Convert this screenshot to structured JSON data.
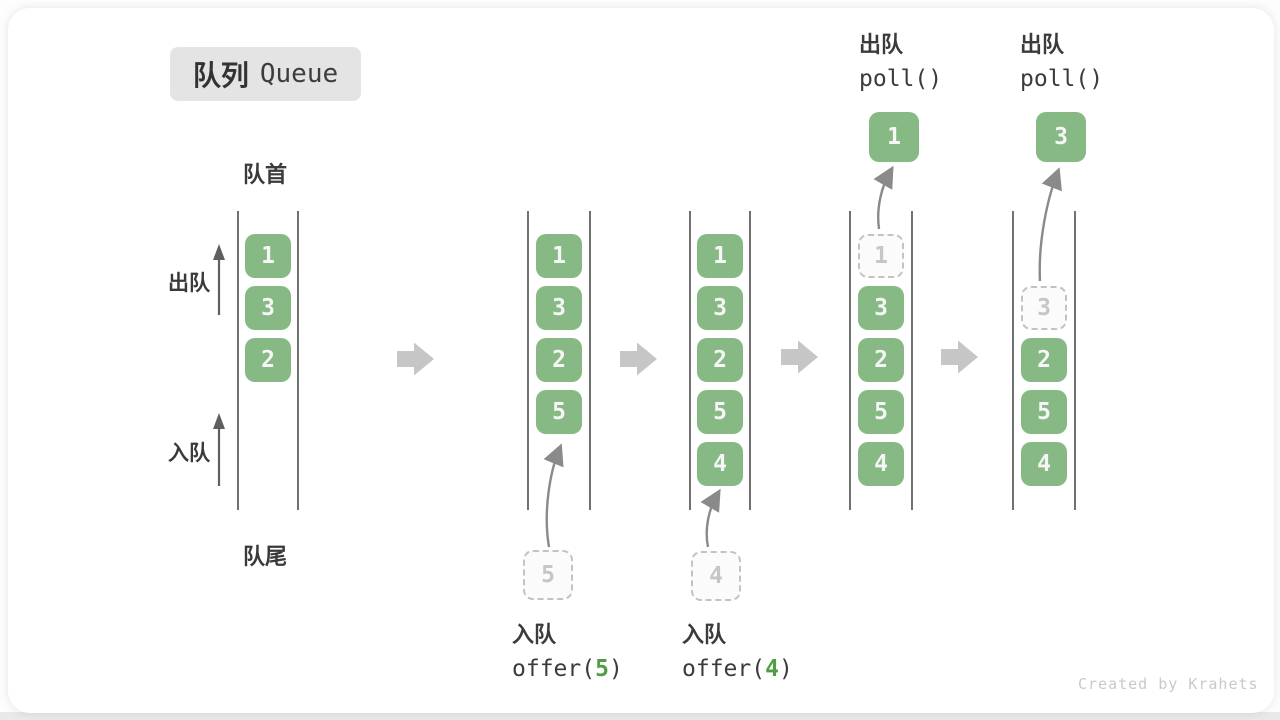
{
  "title": {
    "zh": "队列",
    "en": "Queue"
  },
  "labels": {
    "front": "队首",
    "rear": "队尾",
    "dequeue": "出队",
    "enqueue": "入队"
  },
  "watermark": "Created by Krahets",
  "colors": {
    "box_green": "#87b985",
    "box_text": "#f6f6f6",
    "dashed_border": "#c3c3c3",
    "dashed_text": "#c6c6c6",
    "code_accent_green": "#4f9e43",
    "text_dark": "#3b3b3b",
    "line": "#4e4e4e",
    "block_arrow": "#c6c6c6",
    "curve_arrow": "#8a8a8a",
    "badge_bg": "#e4e4e4",
    "watermark": "#c9c9c9"
  },
  "states": [
    {
      "name": "initial",
      "boxes": [
        {
          "value": "1",
          "slot": 0,
          "style": "solid"
        },
        {
          "value": "3",
          "slot": 1,
          "style": "solid"
        },
        {
          "value": "2",
          "slot": 2,
          "style": "solid"
        }
      ]
    },
    {
      "name": "enqueue-5",
      "boxes": [
        {
          "value": "1",
          "slot": 0,
          "style": "solid"
        },
        {
          "value": "3",
          "slot": 1,
          "style": "solid"
        },
        {
          "value": "2",
          "slot": 2,
          "style": "solid"
        },
        {
          "value": "5",
          "slot": 3,
          "style": "solid"
        }
      ],
      "incoming": {
        "value": "5"
      },
      "caption": {
        "label": "入队",
        "code_prefix": "offer(",
        "code_arg": "5",
        "code_suffix": ")"
      }
    },
    {
      "name": "enqueue-4",
      "boxes": [
        {
          "value": "1",
          "slot": 0,
          "style": "solid"
        },
        {
          "value": "3",
          "slot": 1,
          "style": "solid"
        },
        {
          "value": "2",
          "slot": 2,
          "style": "solid"
        },
        {
          "value": "5",
          "slot": 3,
          "style": "solid"
        },
        {
          "value": "4",
          "slot": 4,
          "style": "solid"
        }
      ],
      "incoming": {
        "value": "4"
      },
      "caption": {
        "label": "入队",
        "code_prefix": "offer(",
        "code_arg": "4",
        "code_suffix": ")"
      }
    },
    {
      "name": "dequeue-1",
      "boxes": [
        {
          "value": "1",
          "slot": 0,
          "style": "dashed"
        },
        {
          "value": "3",
          "slot": 1,
          "style": "solid"
        },
        {
          "value": "2",
          "slot": 2,
          "style": "solid"
        },
        {
          "value": "5",
          "slot": 3,
          "style": "solid"
        },
        {
          "value": "4",
          "slot": 4,
          "style": "solid"
        }
      ],
      "outgoing": {
        "value": "1"
      },
      "caption": {
        "label": "出队",
        "code": "poll()"
      }
    },
    {
      "name": "dequeue-3",
      "boxes": [
        {
          "value": "3",
          "slot": 1,
          "style": "dashed"
        },
        {
          "value": "2",
          "slot": 2,
          "style": "solid"
        },
        {
          "value": "5",
          "slot": 3,
          "style": "solid"
        },
        {
          "value": "4",
          "slot": 4,
          "style": "solid"
        }
      ],
      "outgoing": {
        "value": "3"
      },
      "caption": {
        "label": "出队",
        "code": "poll()"
      }
    }
  ]
}
